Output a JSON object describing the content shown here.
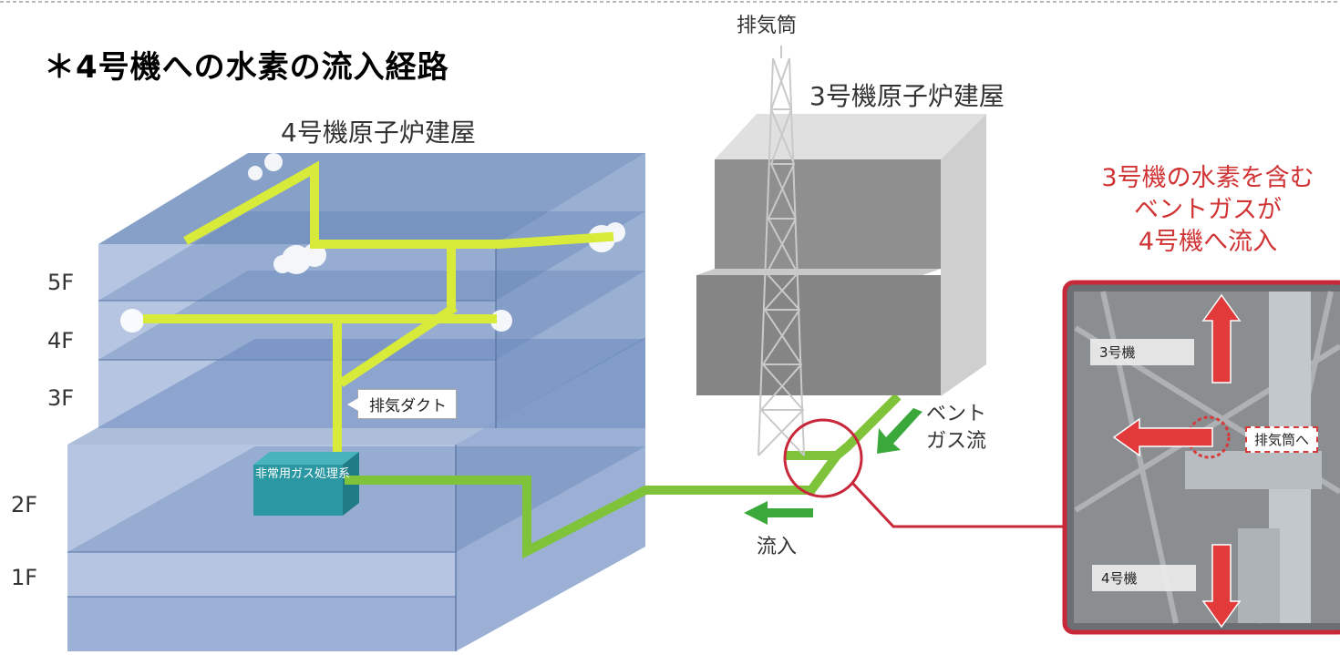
{
  "title": "＊4号機への水素の流入経路",
  "labels": {
    "unit4_building": "4号機原子炉建屋",
    "unit3_building": "3号機原子炉建屋",
    "exhaust_stack": "排気筒",
    "exhaust_duct": "排気ダクト",
    "sgts": "非常用ガス処理系",
    "vent_gas_flow": [
      "ベント",
      "ガス流"
    ],
    "inflow": "流入",
    "unit3_hydrogen_note": [
      "3号機の水素を含む",
      "ベントガスが",
      "4号機へ流入"
    ]
  },
  "floors": [
    "5F",
    "4F",
    "3F",
    "2F",
    "1F"
  ],
  "photo": {
    "unit3_tag": "3号機",
    "unit4_tag": "4号機",
    "to_stack_tag": "排気筒へ"
  },
  "colors": {
    "building4": "#5d7fb5",
    "building3": "#8c8c8c",
    "duct_yellow": "#d8ea3a",
    "duct_green": "#7ec33a",
    "flow_arrow": "#3aa83a",
    "highlight_red": "#c8283a",
    "sgts_box": "#2a97a3"
  }
}
